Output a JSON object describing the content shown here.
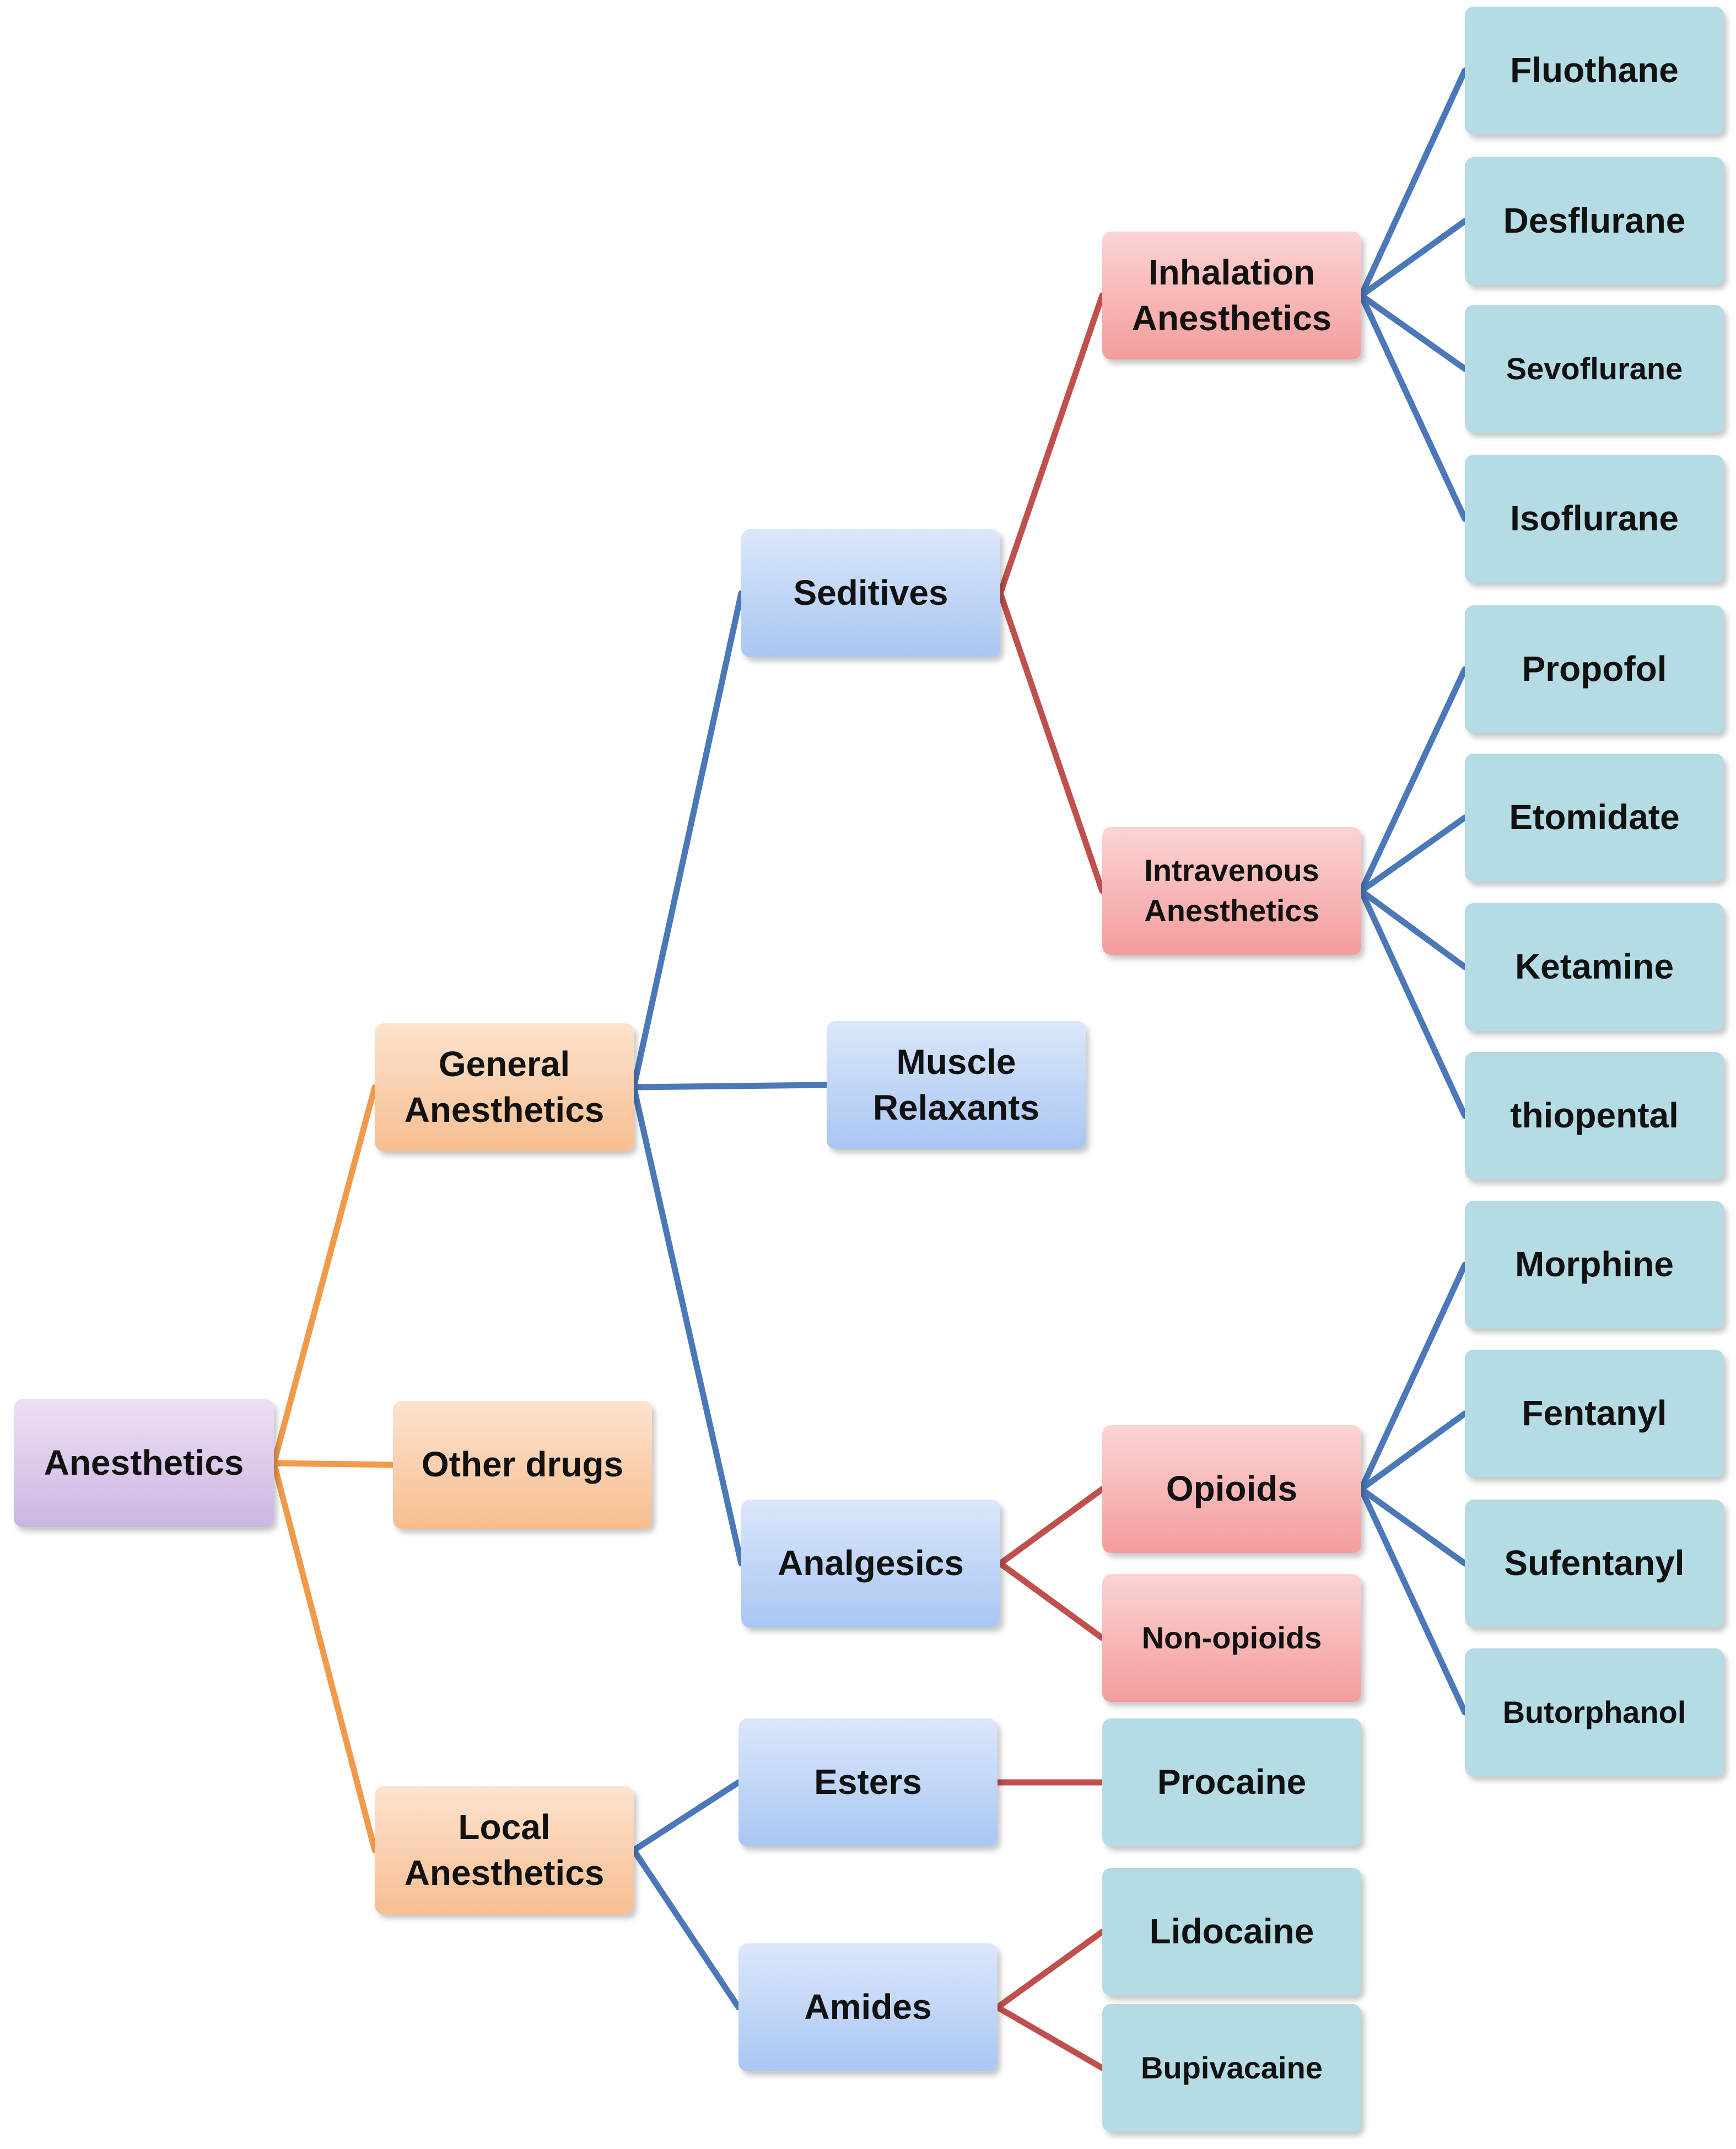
{
  "colors": {
    "orange_link": "#f09a4a",
    "blue_link": "#4b78b8",
    "red_link": "#c0504d"
  },
  "nodes": {
    "anesthetics": "Anesthetics",
    "general": "General Anesthetics",
    "other_drugs": "Other drugs",
    "local": "Local Anesthetics",
    "seditives": "Seditives",
    "muscle_relaxants": "Muscle Relaxants",
    "analgesics": "Analgesics",
    "inhalation": "Inhalation Anesthetics",
    "intravenous": "Intravenous Anesthetics",
    "opioids": "Opioids",
    "non_opioids": "Non-opioids",
    "esters": "Esters",
    "amides": "Amides",
    "procaine": "Procaine",
    "lidocaine": "Lidocaine",
    "bupivacaine": "Bupivacaine",
    "fluothane": "Fluothane",
    "desflurane": "Desflurane",
    "sevoflurane": "Sevoflurane",
    "isoflurane": "Isoflurane",
    "propofol": "Propofol",
    "etomidate": "Etomidate",
    "ketamine": "Ketamine",
    "thiopental": "thiopental",
    "morphine": "Morphine",
    "fentanyl": "Fentanyl",
    "sufentanyl": "Sufentanyl",
    "butorphanol": "Butorphanol"
  },
  "edges": [
    [
      "anesthetics",
      "general",
      "orange_link"
    ],
    [
      "anesthetics",
      "other_drugs",
      "orange_link"
    ],
    [
      "anesthetics",
      "local",
      "orange_link"
    ],
    [
      "general",
      "seditives",
      "blue_link"
    ],
    [
      "general",
      "muscle_relaxants",
      "blue_link"
    ],
    [
      "general",
      "analgesics",
      "blue_link"
    ],
    [
      "local",
      "esters",
      "blue_link"
    ],
    [
      "local",
      "amides",
      "blue_link"
    ],
    [
      "seditives",
      "inhalation",
      "red_link"
    ],
    [
      "seditives",
      "intravenous",
      "red_link"
    ],
    [
      "analgesics",
      "opioids",
      "red_link"
    ],
    [
      "analgesics",
      "non_opioids",
      "red_link"
    ],
    [
      "esters",
      "procaine",
      "red_link"
    ],
    [
      "amides",
      "lidocaine",
      "red_link"
    ],
    [
      "amides",
      "bupivacaine",
      "red_link"
    ],
    [
      "inhalation",
      "fluothane",
      "blue_link"
    ],
    [
      "inhalation",
      "desflurane",
      "blue_link"
    ],
    [
      "inhalation",
      "sevoflurane",
      "blue_link"
    ],
    [
      "inhalation",
      "isoflurane",
      "blue_link"
    ],
    [
      "intravenous",
      "propofol",
      "blue_link"
    ],
    [
      "intravenous",
      "etomidate",
      "blue_link"
    ],
    [
      "intravenous",
      "ketamine",
      "blue_link"
    ],
    [
      "intravenous",
      "thiopental",
      "blue_link"
    ],
    [
      "opioids",
      "morphine",
      "blue_link"
    ],
    [
      "opioids",
      "fentanyl",
      "blue_link"
    ],
    [
      "opioids",
      "sufentanyl",
      "blue_link"
    ],
    [
      "opioids",
      "butorphanol",
      "blue_link"
    ]
  ]
}
